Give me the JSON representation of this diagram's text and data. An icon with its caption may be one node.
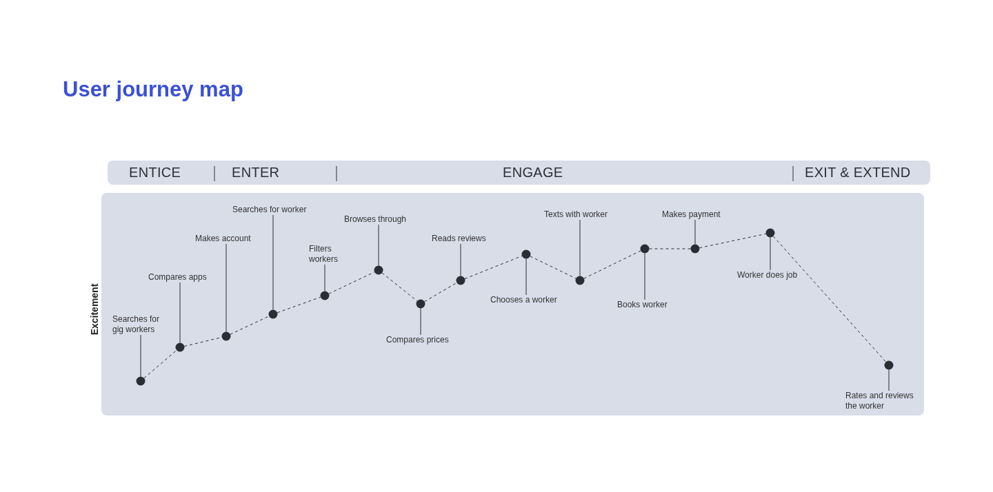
{
  "diagram": {
    "title": "User journey map",
    "nodes": [
      {
        "text": [
          "Searches for gig workers"
        ]
      },
      {
        "text": [
          "Compares apps"
        ]
      },
      {
        "text": [
          "Makes account"
        ]
      },
      {
        "text": [
          "Searches for worker"
        ]
      },
      {
        "text": [
          "Filters workers"
        ]
      },
      {
        "text": [
          "Browses through"
        ]
      },
      {
        "text": [
          "Compares prices"
        ]
      },
      {
        "text": [
          "Reads reviews"
        ]
      },
      {
        "text": [
          "Chooses a worker"
        ]
      },
      {
        "text": [
          "Texts with worker"
        ]
      },
      {
        "text": [
          "Books worker"
        ]
      },
      {
        "text": [
          "Makes payment"
        ]
      },
      {
        "text": [
          "Worker does job"
        ]
      },
      {
        "text": [
          "Rates and reviews the worker"
        ]
      },
      {
        "text": [],
        "shape": "circle"
      },
      {
        "text": [],
        "shape": "circle"
      },
      {
        "text": [],
        "shape": "circle"
      },
      {
        "text": [],
        "shape": "circle"
      },
      {
        "text": [],
        "shape": "circle"
      },
      {
        "text": [],
        "shape": "circle"
      },
      {
        "text": [],
        "shape": "circle"
      },
      {
        "text": [],
        "shape": "circle"
      },
      {
        "text": [],
        "shape": "circle"
      },
      {
        "text": [],
        "shape": "circle"
      },
      {
        "text": [],
        "shape": "circle"
      },
      {
        "text": [],
        "shape": "circle"
      },
      {
        "text": [],
        "shape": "circle"
      },
      {
        "text": [],
        "shape": "circle"
      }
    ],
    "edges": [
      {
        "from": 0,
        "to": 14,
        "arrow": "none"
      },
      {
        "from": 1,
        "to": 15,
        "arrow": "none"
      },
      {
        "from": 2,
        "to": 16,
        "arrow": "none"
      },
      {
        "from": 3,
        "to": 17,
        "arrow": "none"
      },
      {
        "from": 4,
        "to": 18,
        "arrow": "none"
      },
      {
        "from": 5,
        "to": 19,
        "arrow": "none"
      },
      {
        "from": 6,
        "to": 20,
        "arrow": "none"
      },
      {
        "from": 7,
        "to": 21,
        "arrow": "none"
      },
      {
        "from": 8,
        "to": 22,
        "arrow": "none"
      },
      {
        "from": 9,
        "to": 23,
        "arrow": "none"
      },
      {
        "from": 10,
        "to": 24,
        "arrow": "none"
      },
      {
        "from": 11,
        "to": 25,
        "arrow": "none"
      },
      {
        "from": 12,
        "to": 26,
        "arrow": "none"
      },
      {
        "from": 13,
        "to": 27,
        "arrow": "none"
      },
      {
        "from": 14,
        "to": 15,
        "arrow": "none",
        "style": "dashed"
      },
      {
        "from": 15,
        "to": 16,
        "arrow": "none",
        "style": "dashed"
      },
      {
        "from": 16,
        "to": 17,
        "arrow": "none",
        "style": "dashed"
      },
      {
        "from": 17,
        "to": 18,
        "arrow": "none",
        "style": "dashed"
      },
      {
        "from": 18,
        "to": 19,
        "arrow": "none",
        "style": "dashed"
      },
      {
        "from": 19,
        "to": 20,
        "arrow": "none",
        "style": "dashed"
      },
      {
        "from": 20,
        "to": 21,
        "arrow": "none",
        "style": "dashed"
      },
      {
        "from": 21,
        "to": 22,
        "arrow": "none",
        "style": "dashed"
      },
      {
        "from": 22,
        "to": 23,
        "arrow": "none",
        "style": "dashed"
      },
      {
        "from": 23,
        "to": 24,
        "arrow": "none",
        "style": "dashed"
      },
      {
        "from": 24,
        "to": 25,
        "arrow": "none",
        "style": "dashed"
      },
      {
        "from": 25,
        "to": 26,
        "arrow": "none",
        "style": "dashed"
      },
      {
        "from": 26,
        "to": 27,
        "arrow": "none",
        "style": "dashed"
      }
    ],
    "labels": [
      "ENTICE",
      "ENTER",
      "ENGAGE",
      "EXIT & EXTEND",
      "Excitement"
    ]
  }
}
